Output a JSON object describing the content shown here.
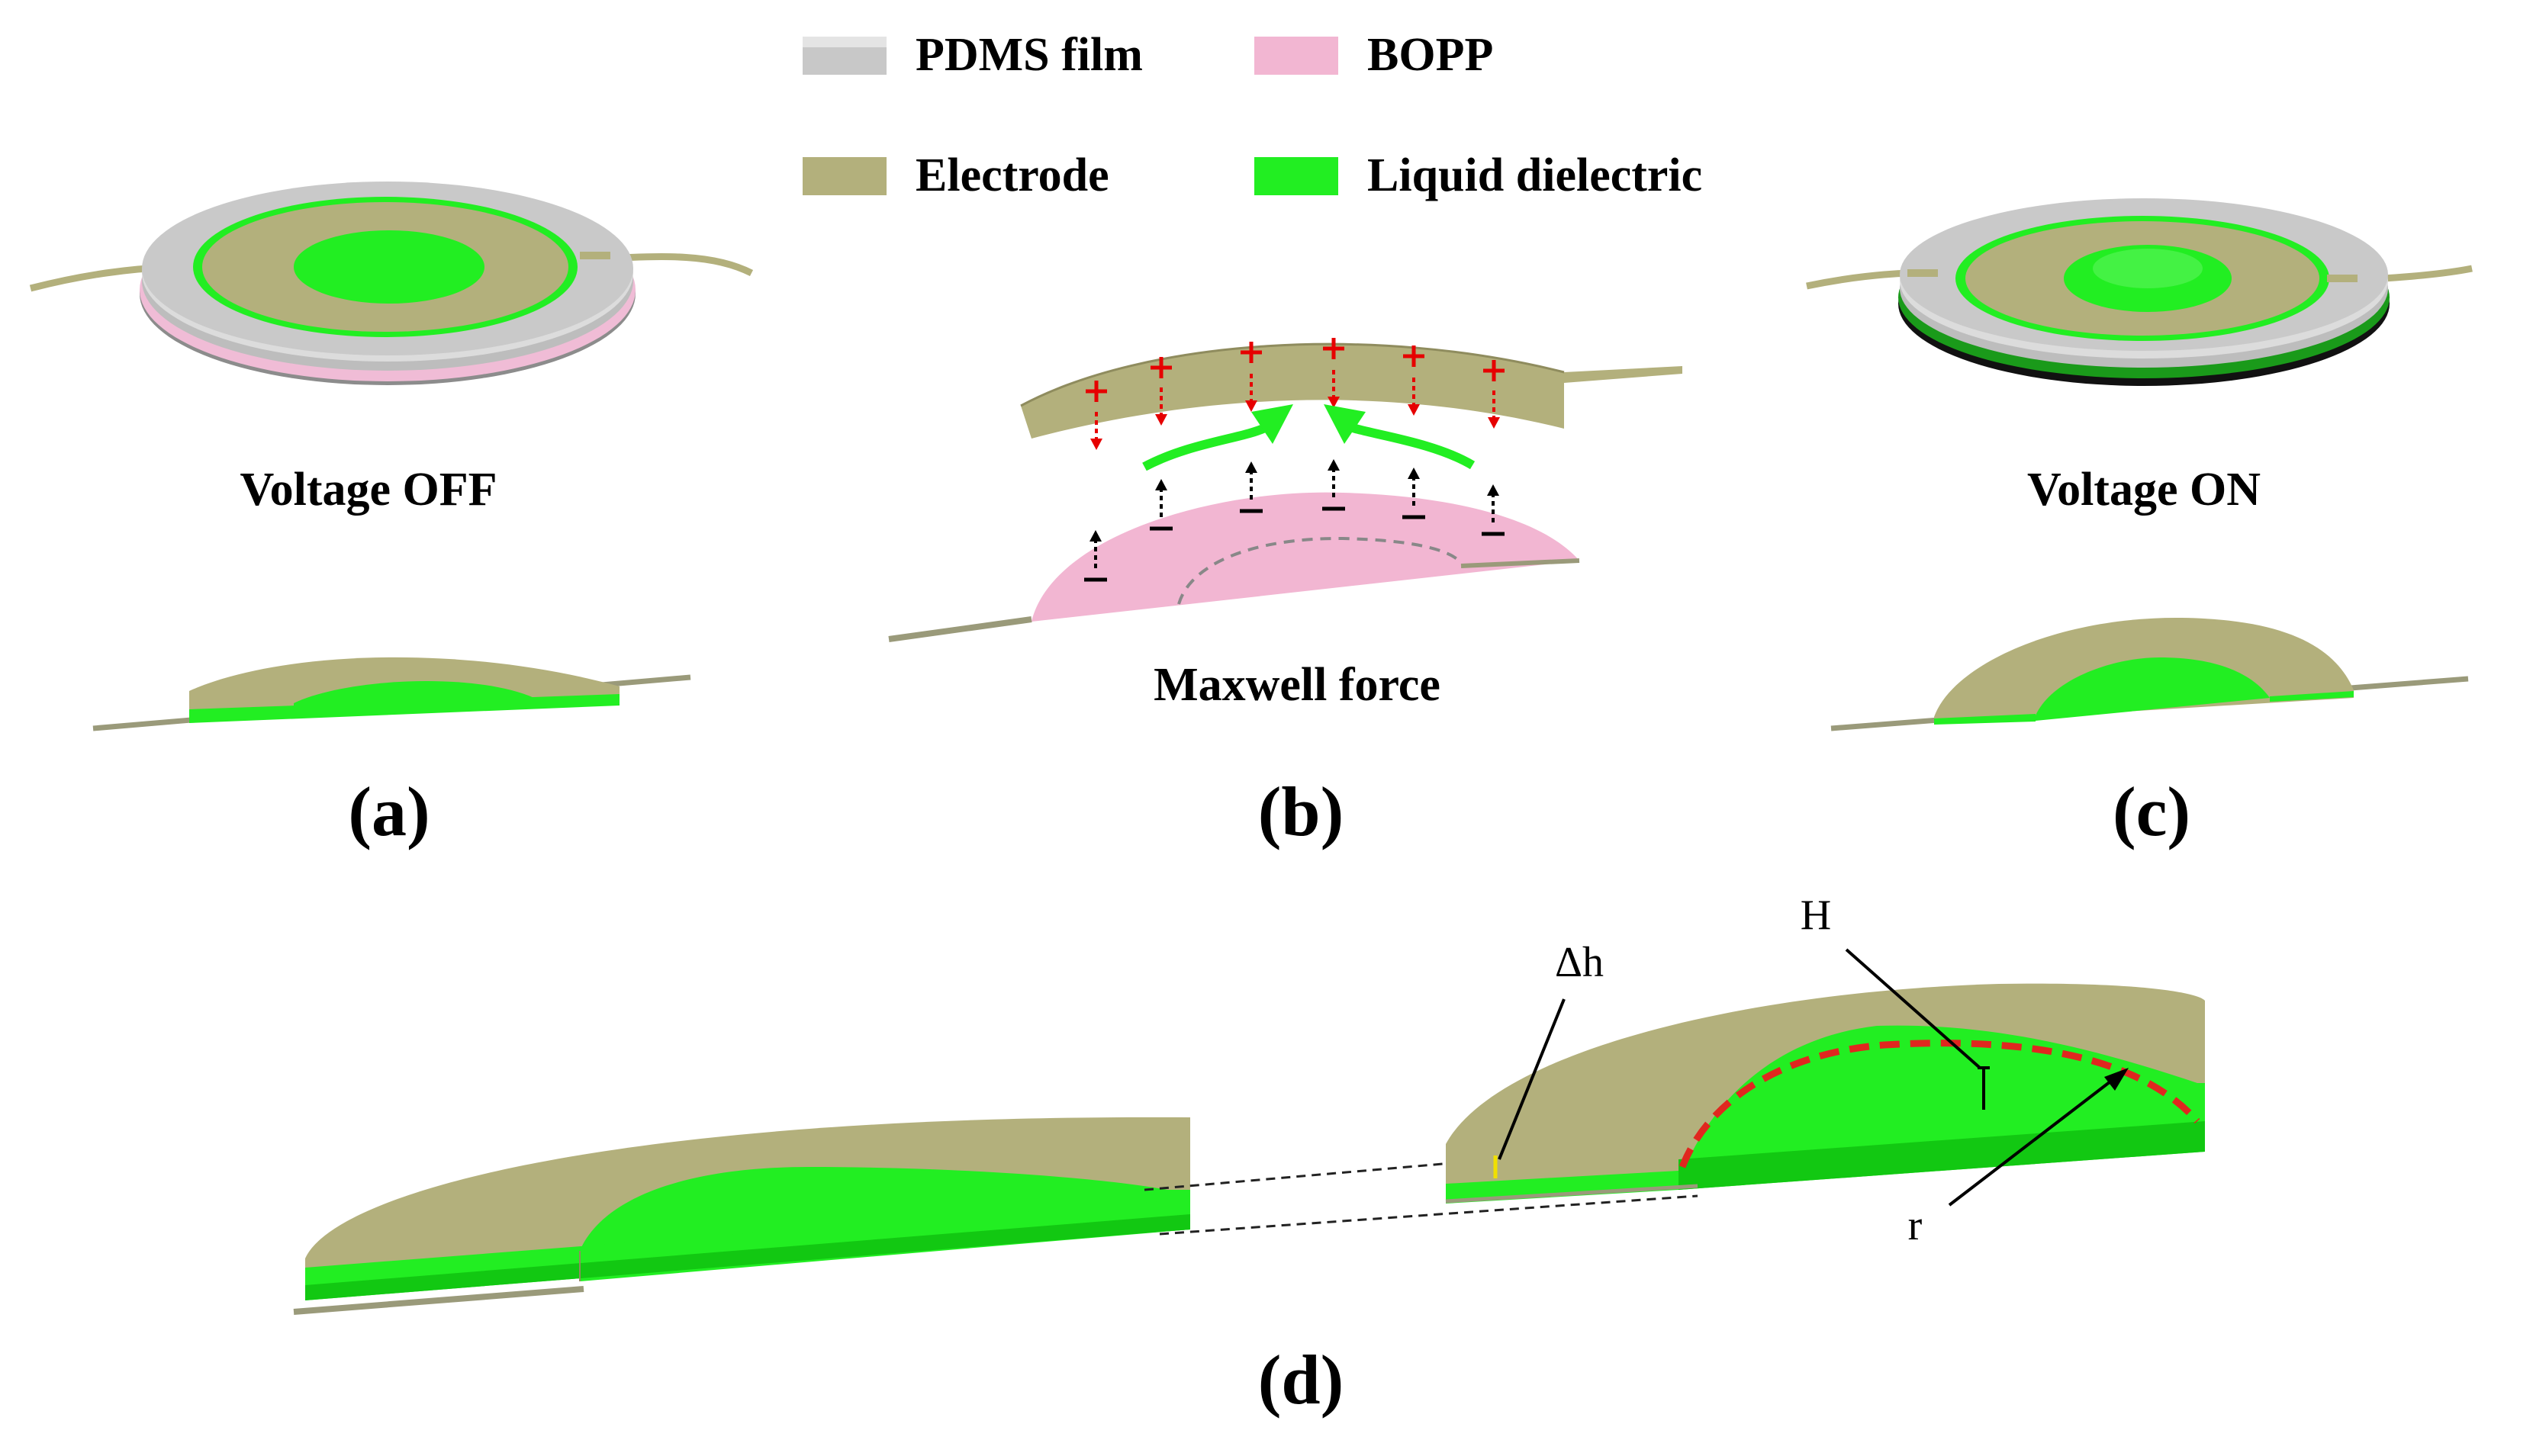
{
  "legend": {
    "items": [
      {
        "label": "PDMS film",
        "color": "#c8c8c8"
      },
      {
        "label": "BOPP",
        "color": "#f2b6d2"
      },
      {
        "label": "Electrode",
        "color": "#b3b07c"
      },
      {
        "label": "Liquid dielectric",
        "color": "#22ee22"
      }
    ]
  },
  "panels": {
    "a": {
      "caption": "Voltage OFF",
      "letter": "(a)"
    },
    "b": {
      "caption": "Maxwell force",
      "letter": "(b)"
    },
    "c": {
      "caption": "Voltage ON",
      "letter": "(c)"
    },
    "d": {
      "letter": "(d)"
    }
  },
  "annotations": {
    "delta_h": "Δh",
    "H": "H",
    "r": "r"
  },
  "colors": {
    "electrode": "#b3b07c",
    "electrode_dark": "#8f8c5e",
    "liquid": "#22ee22",
    "liquid_dark": "#12c812",
    "pdms": "#c8c8c8",
    "bopp": "#f2b6d2",
    "charge_plus": "#e60000",
    "charge_minus": "#000000",
    "red_dashed": "#e0271f"
  }
}
